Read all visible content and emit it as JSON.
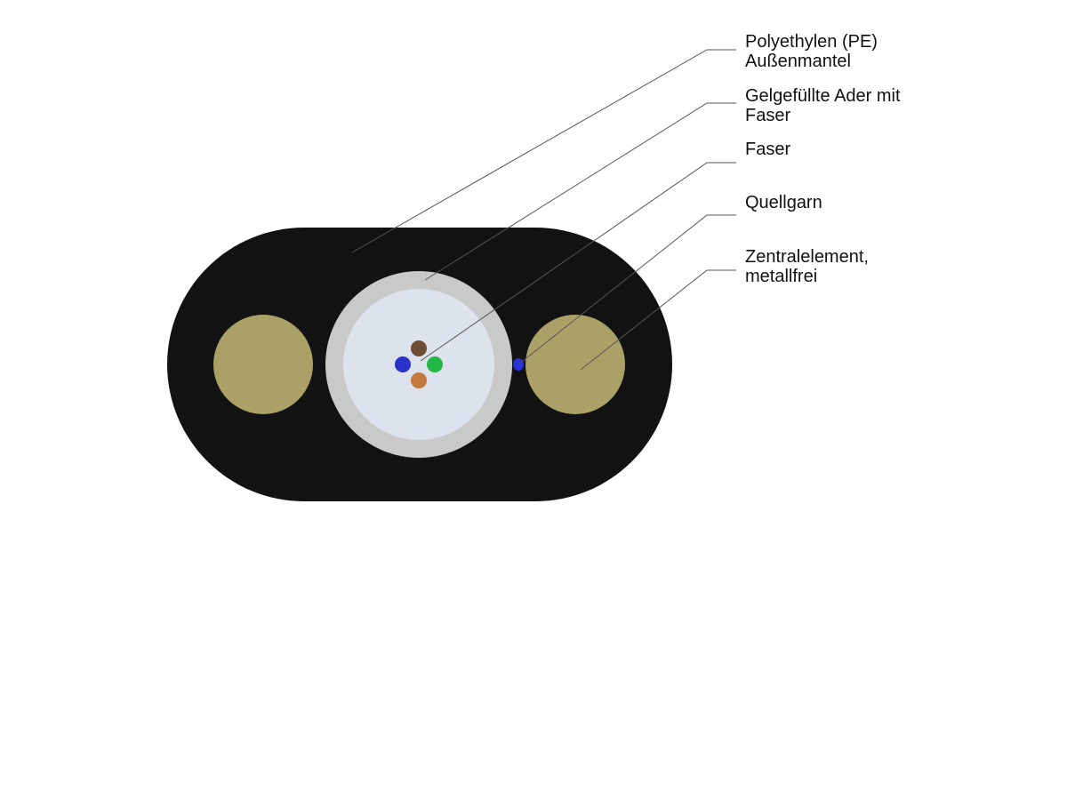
{
  "labels": [
    {
      "id": "outer-jacket",
      "lines": [
        "Polyethylen (PE)",
        "Außenmantel"
      ]
    },
    {
      "id": "gel-filled-tube",
      "lines": [
        "Gelgefüllte Ader mit",
        "Faser"
      ]
    },
    {
      "id": "fiber",
      "lines": [
        "Faser"
      ]
    },
    {
      "id": "swelling-yarn",
      "lines": [
        "Quellgarn"
      ]
    },
    {
      "id": "strength-member",
      "lines": [
        "Zentralelement,",
        "metallfrei"
      ]
    }
  ],
  "colors": {
    "jacket": "#121212",
    "strength_member": "#aba166",
    "tube_outer": "#c9c9c9",
    "gel": "#dde3ec",
    "fiber_blue": "#2b32c8",
    "fiber_brown": "#6e4d36",
    "fiber_green": "#22b645",
    "fiber_orange": "#c47a3d",
    "swelling_yarn": "#2630d6",
    "leader_line": "#555555"
  }
}
